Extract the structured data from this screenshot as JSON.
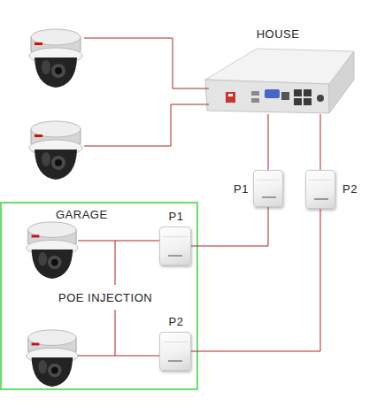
{
  "diagram": {
    "nodes": [
      {
        "text": [
          "HOUSE"
        ]
      },
      {
        "text": [
          "P1"
        ]
      },
      {
        "text": [
          "P2"
        ]
      },
      {
        "text": [
          "GARAGE"
        ]
      },
      {
        "text": [
          "P1"
        ],
        "in": 3
      },
      {
        "text": [
          "P2"
        ],
        "in": 3
      }
    ],
    "edges": [
      {
        "from": 0,
        "to": 1,
        "arrow": "none"
      },
      {
        "from": 0,
        "to": 2,
        "arrow": "none"
      },
      {
        "from": 1,
        "to": 4,
        "arrow": "none"
      },
      {
        "from": 2,
        "to": 5,
        "arrow": "none"
      }
    ],
    "labels": [
      "POE INJECTION"
    ]
  }
}
